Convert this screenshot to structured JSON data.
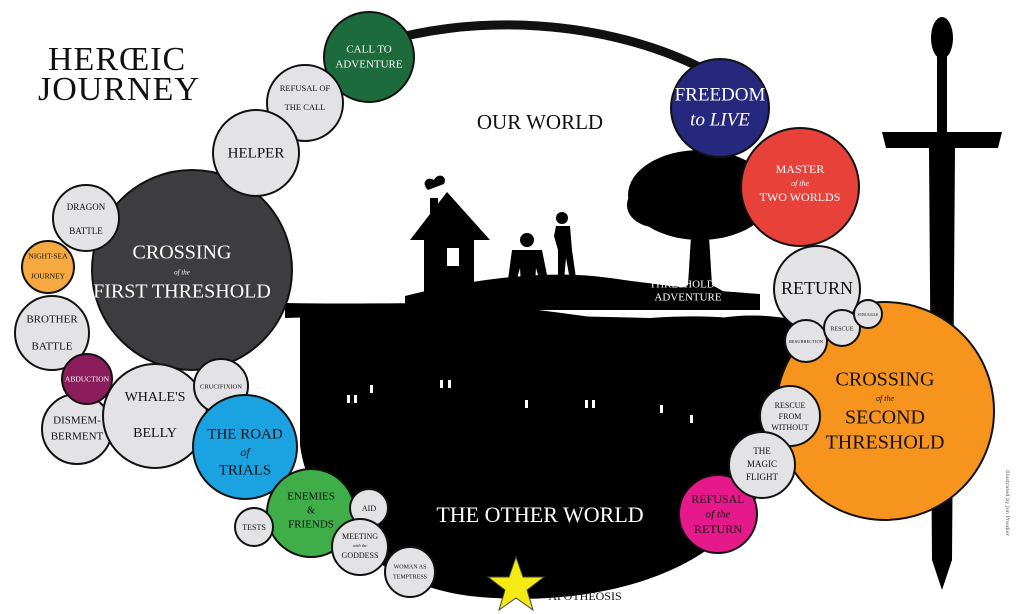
{
  "title": {
    "line1": "HERŒIC",
    "line2": "JOURNEY"
  },
  "worlds": {
    "our": "OUR WORLD",
    "other": "THE OTHER WORLD"
  },
  "threshold": {
    "line1": "THRESHOLD of",
    "line2": "ADVENTURE"
  },
  "apotheosis": "APOTHEOSIS",
  "credit": "Illustrated by Jon Preidler",
  "colors": {
    "green": "#1d6b3c",
    "navy": "#26287e",
    "red": "#e8413a",
    "gray_light": "#e3e3e5",
    "charcoal": "#3d3d3f",
    "orange": "#f7941e",
    "amber": "#f7a941",
    "purple": "#8b1d5c",
    "blue": "#1aa3e0",
    "bright_green": "#3fae49",
    "magenta": "#e5198a",
    "star": "#f5ea13"
  },
  "stages": {
    "call": {
      "l1": "CALL TO",
      "l2": "ADVENTURE"
    },
    "refusal": {
      "l1": "REFUSAL OF",
      "l2": "THE CALL"
    },
    "helper": {
      "l1": "HELPER"
    },
    "crossing1": {
      "l1": "CROSSING",
      "l2": "of the",
      "l3": "FIRST THRESHOLD"
    },
    "dragon": {
      "l1": "DRAGON",
      "l2": "BATTLE"
    },
    "nightsea": {
      "l1": "NIGHT-SEA",
      "l2": "JOURNEY"
    },
    "brother": {
      "l1": "BROTHER",
      "l2": "BATTLE"
    },
    "abduction": {
      "l1": "ABDUCTION"
    },
    "dismember": {
      "l1": "DISMEM-",
      "l2": "BERMENT"
    },
    "whale": {
      "l1": "WHALE'S",
      "l2": "BELLY"
    },
    "crucifixion": {
      "l1": "CRUCIFIXION"
    },
    "road": {
      "l1": "THE ROAD",
      "l2": "of",
      "l3": "TRIALS"
    },
    "enemies": {
      "l1": "ENEMIES",
      "l2": "&",
      "l3": "FRIENDS"
    },
    "tests": {
      "l1": "TESTS"
    },
    "aid": {
      "l1": "AID"
    },
    "meeting": {
      "l1": "MEETING",
      "l2": "with the",
      "l3": "GODDESS"
    },
    "woman": {
      "l1": "WOMAN AS",
      "l2": "TEMPTRESS"
    },
    "refusal_return": {
      "l1": "REFUSAL",
      "l2": "of the",
      "l3": "RETURN"
    },
    "magic": {
      "l1": "THE",
      "l2": "MAGIC",
      "l3": "FLIGHT"
    },
    "rescue_without": {
      "l1": "RESCUE",
      "l2": "FROM",
      "l3": "WITHOUT"
    },
    "crossing2": {
      "l1": "CROSSING",
      "l2": "of the",
      "l3": "SECOND",
      "l4": "THRESHOLD"
    },
    "return": {
      "l1": "RETURN"
    },
    "resurrection": {
      "l1": "RESURRECTION"
    },
    "rescue": {
      "l1": "RESCUE"
    },
    "struggle": {
      "l1": "STRUGGLE"
    },
    "master": {
      "l1": "MASTER",
      "l2": "of the",
      "l3": "TWO WORLDS"
    },
    "freedom": {
      "l1": "FREEDOM",
      "l2": "to LIVE"
    }
  }
}
